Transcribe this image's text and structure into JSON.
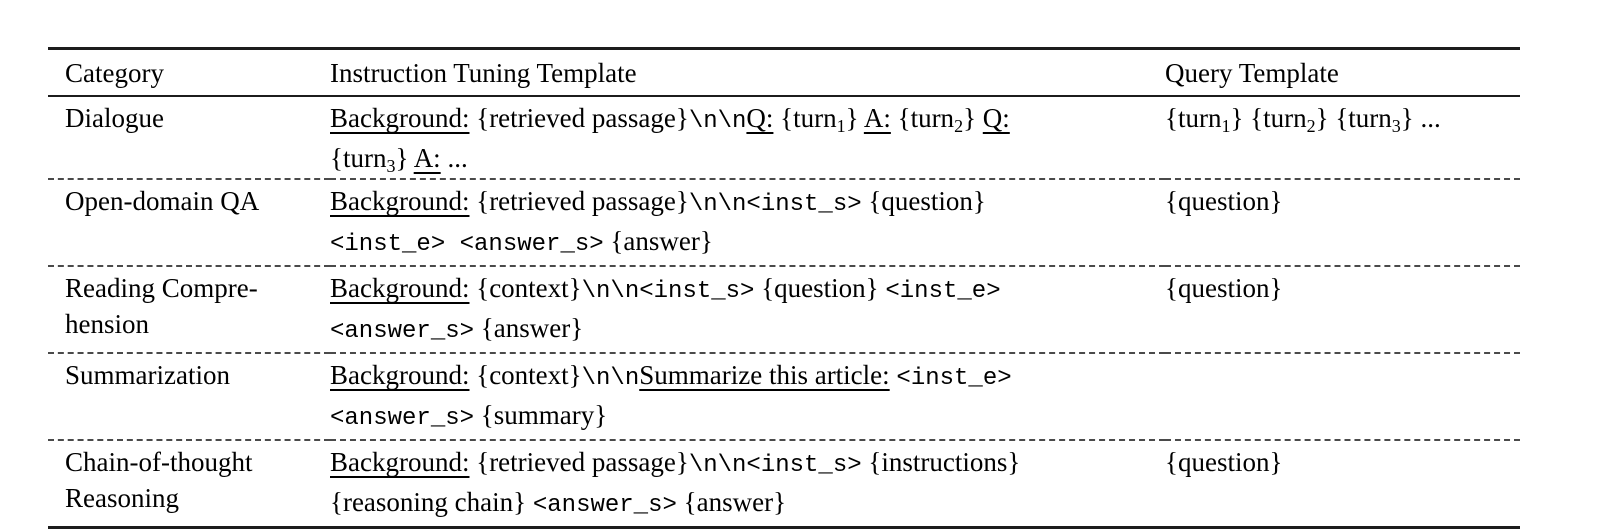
{
  "colors": {
    "background": "#ffffff",
    "text": "#000000",
    "rule": "#1c1c1c",
    "dashed_separator": "#4a4a4a"
  },
  "table": {
    "headers": [
      "Category",
      "Instruction Tuning Template",
      "Query Template"
    ],
    "rows": [
      {
        "category_lines": [
          "Dialogue"
        ],
        "instruction_lines": [
          [
            {
              "t": "Background:",
              "s": "u"
            },
            {
              "t": " {retrieved passage}",
              "s": ""
            },
            {
              "t": "\\n\\n",
              "s": "m"
            },
            {
              "t": "Q:",
              "s": "u"
            },
            {
              "t": " {turn",
              "s": ""
            },
            {
              "t": "1",
              "s": "sub"
            },
            {
              "t": "} ",
              "s": ""
            },
            {
              "t": "A:",
              "s": "u"
            },
            {
              "t": " {turn",
              "s": ""
            },
            {
              "t": "2",
              "s": "sub"
            },
            {
              "t": "} ",
              "s": ""
            },
            {
              "t": "Q:",
              "s": "u"
            }
          ],
          [
            {
              "t": "{turn",
              "s": ""
            },
            {
              "t": "3",
              "s": "sub"
            },
            {
              "t": "} ",
              "s": ""
            },
            {
              "t": "A:",
              "s": "u"
            },
            {
              "t": " ...",
              "s": ""
            }
          ]
        ],
        "query_lines": [
          [
            {
              "t": "{turn",
              "s": ""
            },
            {
              "t": "1",
              "s": "sub"
            },
            {
              "t": "} {turn",
              "s": ""
            },
            {
              "t": "2",
              "s": "sub"
            },
            {
              "t": "} {turn",
              "s": ""
            },
            {
              "t": "3",
              "s": "sub"
            },
            {
              "t": "} ...",
              "s": ""
            }
          ]
        ]
      },
      {
        "category_lines": [
          "Open-domain QA"
        ],
        "instruction_lines": [
          [
            {
              "t": "Background:",
              "s": "u"
            },
            {
              "t": " {retrieved passage}",
              "s": ""
            },
            {
              "t": "\\n\\n<inst_s>",
              "s": "m"
            },
            {
              "t": " {question}",
              "s": ""
            }
          ],
          [
            {
              "t": "<inst_e> <answer_s>",
              "s": "m"
            },
            {
              "t": " {answer}",
              "s": ""
            }
          ]
        ],
        "query_lines": [
          [
            {
              "t": "{question}",
              "s": ""
            }
          ]
        ]
      },
      {
        "category_lines": [
          "Reading Compre-",
          "hension"
        ],
        "instruction_lines": [
          [
            {
              "t": "Background:",
              "s": "u"
            },
            {
              "t": " {context}",
              "s": ""
            },
            {
              "t": "\\n\\n<inst_s>",
              "s": "m"
            },
            {
              "t": " {question} ",
              "s": ""
            },
            {
              "t": "<inst_e>",
              "s": "m"
            }
          ],
          [
            {
              "t": "<answer_s>",
              "s": "m"
            },
            {
              "t": " {answer}",
              "s": ""
            }
          ]
        ],
        "query_lines": [
          [
            {
              "t": "{question}",
              "s": ""
            }
          ]
        ]
      },
      {
        "category_lines": [
          "Summarization"
        ],
        "instruction_lines": [
          [
            {
              "t": "Background:",
              "s": "u"
            },
            {
              "t": " {context}",
              "s": ""
            },
            {
              "t": "\\n\\n",
              "s": "m"
            },
            {
              "t": "Summarize this article:",
              "s": "u"
            },
            {
              "t": " ",
              "s": ""
            },
            {
              "t": "<inst_e>",
              "s": "m"
            }
          ],
          [
            {
              "t": "<answer_s>",
              "s": "m"
            },
            {
              "t": " {summary}",
              "s": ""
            }
          ]
        ],
        "query_lines": []
      },
      {
        "category_lines": [
          "Chain-of-thought",
          "Reasoning"
        ],
        "instruction_lines": [
          [
            {
              "t": "Background:",
              "s": "u"
            },
            {
              "t": " {retrieved passage}",
              "s": ""
            },
            {
              "t": "\\n\\n<inst_s>",
              "s": "m"
            },
            {
              "t": " {instructions}",
              "s": ""
            }
          ],
          [
            {
              "t": "{reasoning chain} ",
              "s": ""
            },
            {
              "t": "<answer_s>",
              "s": "m"
            },
            {
              "t": " {answer}",
              "s": ""
            }
          ]
        ],
        "query_lines": [
          [
            {
              "t": "{question}",
              "s": ""
            }
          ]
        ]
      }
    ]
  }
}
